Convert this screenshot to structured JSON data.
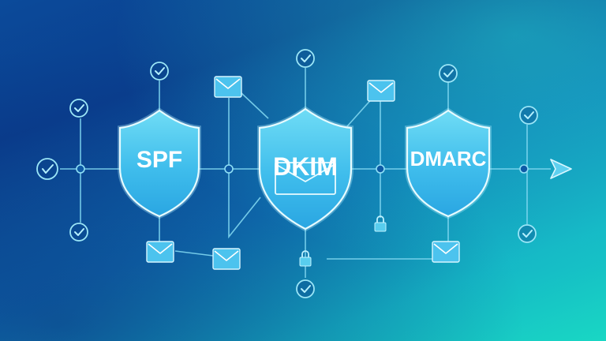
{
  "shields": {
    "spf": {
      "label": "SPF"
    },
    "dkim": {
      "label": "DKIM"
    },
    "dmarc": {
      "label": "DMARC"
    }
  },
  "icons": {
    "check": "check-circle-icon",
    "envelope": "envelope-icon",
    "lock": "lock-icon",
    "arrow": "send-arrow-icon",
    "shield": "shield-icon"
  },
  "colors": {
    "background_start": "#0a3f8e",
    "background_end": "#19d7c4",
    "line": "#7fd6f0",
    "shield_fill": "#3fbdec",
    "shield_stroke": "#e6fbff",
    "label": "#ffffff"
  }
}
